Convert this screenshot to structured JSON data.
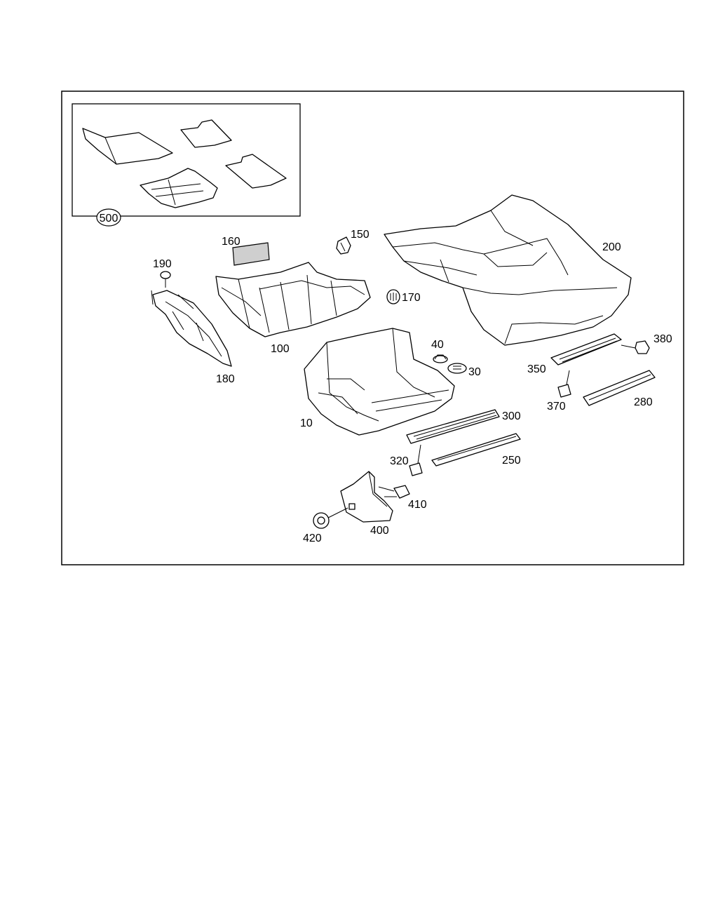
{
  "diagram": {
    "callouts": {
      "c500": "500",
      "c150": "150",
      "c160": "160",
      "c200": "200",
      "c190": "190",
      "c170": "170",
      "c100": "100",
      "c180": "180",
      "c40": "40",
      "c30": "30",
      "c380": "380",
      "c350": "350",
      "c10": "10",
      "c300": "300",
      "c370": "370",
      "c280": "280",
      "c320": "320",
      "c250": "250",
      "c410": "410",
      "c400": "400",
      "c420": "420"
    }
  }
}
